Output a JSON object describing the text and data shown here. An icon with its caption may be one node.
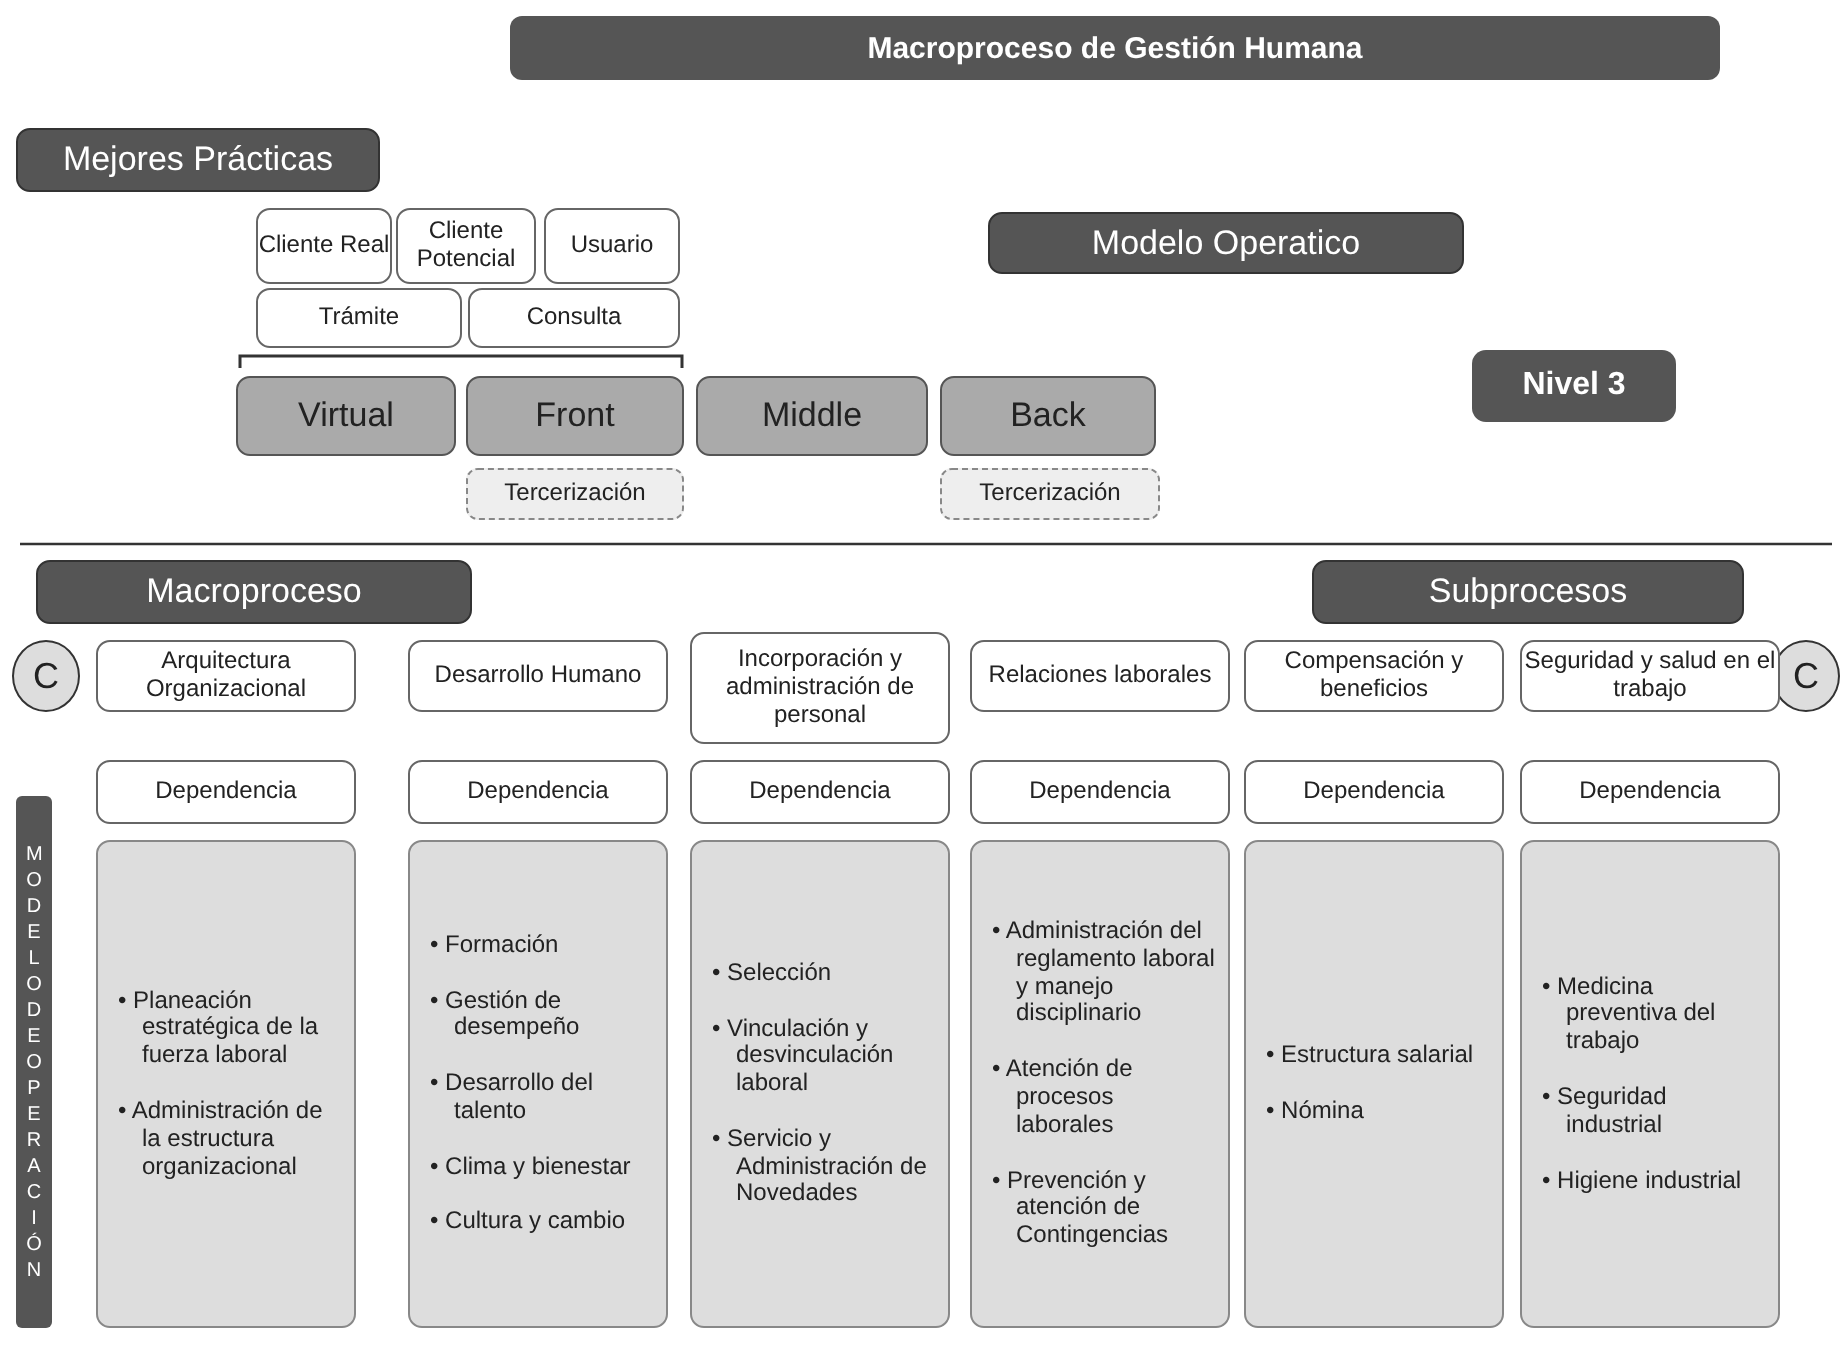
{
  "diagram": {
    "title": "Macroproceso de Gestión Humana",
    "nodes": [
      {
        "text": [
          "Mejores Prácticas"
        ]
      },
      {
        "text": [
          "Cliente Real"
        ]
      },
      {
        "text": [
          "Cliente Potencial"
        ]
      },
      {
        "text": [
          "Usuario"
        ]
      },
      {
        "text": [
          "Trámite"
        ]
      },
      {
        "text": [
          "Consulta"
        ]
      },
      {
        "text": [
          "Modelo Operatico"
        ]
      },
      {
        "text": [
          "Virtual"
        ]
      },
      {
        "text": [
          "Front"
        ]
      },
      {
        "text": [
          "Middle"
        ]
      },
      {
        "text": [
          "Back"
        ]
      },
      {
        "text": [
          "Tercerización"
        ]
      },
      {
        "text": [
          "Tercerización"
        ]
      },
      {
        "text": [
          "Nivel 3"
        ]
      },
      {
        "text": [
          "Macroproceso"
        ]
      },
      {
        "text": [
          "Subprocesos"
        ]
      },
      {
        "text": [
          "C"
        ]
      },
      {
        "text": [
          "C"
        ]
      },
      {
        "text": [
          "MODELO DE OPERACIÓN"
        ]
      },
      {
        "text": [
          "Arquitectura Organizacional"
        ]
      },
      {
        "text": [
          "Dependencia"
        ]
      },
      {
        "text": [
          "• Planeación estratégica de la fuerza laboral",
          "• Administración de la estructura organizacional"
        ]
      },
      {
        "text": [
          "Desarrollo Humano"
        ]
      },
      {
        "text": [
          "Dependencia"
        ]
      },
      {
        "text": [
          "• Formación",
          "• Gestión de desempeño",
          "• Desarrollo del talento",
          "• Clima y bienestar",
          "• Cultura y cambio"
        ]
      },
      {
        "text": [
          "Incorporación y administración de personal"
        ]
      },
      {
        "text": [
          "Dependencia"
        ]
      },
      {
        "text": [
          "• Selección",
          "• Vinculación y desvinculación laboral",
          "• Servicio y Administración de Novedades"
        ]
      },
      {
        "text": [
          "Relaciones laborales"
        ]
      },
      {
        "text": [
          "Dependencia"
        ]
      },
      {
        "text": [
          "• Administración del reglamento laboral y manejo disciplinario",
          "• Atención de procesos laborales",
          "• Prevención y atención de Contingencias"
        ]
      },
      {
        "text": [
          "Compensación y beneficios"
        ]
      },
      {
        "text": [
          "Dependencia"
        ]
      },
      {
        "text": [
          "• Estructura salarial",
          "• Nómina"
        ]
      },
      {
        "text": [
          "Seguridad y salud en el trabajo"
        ]
      },
      {
        "text": [
          "Dependencia"
        ]
      },
      {
        "text": [
          "• Medicina preventiva del trabajo",
          "• Seguridad industrial",
          "• Higiene industrial"
        ]
      }
    ]
  }
}
